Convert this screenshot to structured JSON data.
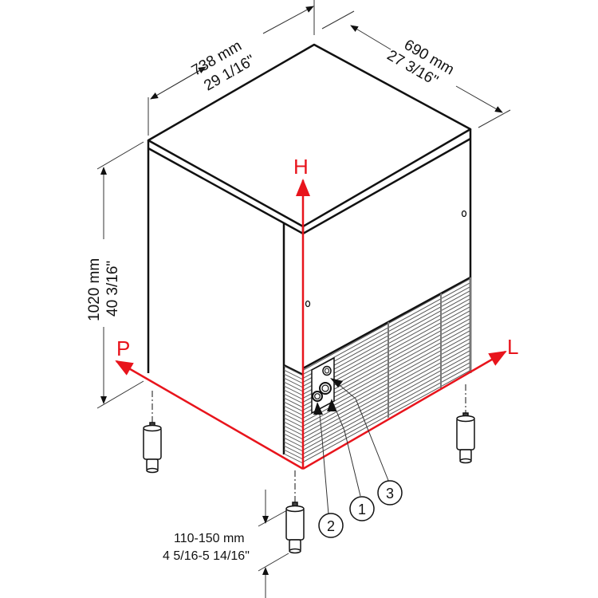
{
  "diagram": {
    "type": "isometric dimension drawing",
    "subject": "ice machine cabinet on adjustable feet"
  },
  "dimensions": {
    "width": {
      "mm": "738 mm",
      "inch": "29 1/16\""
    },
    "depth": {
      "mm": "690 mm",
      "inch": "27 3/16\""
    },
    "height": {
      "mm": "1020 mm",
      "inch": "40 3/16\""
    },
    "feet": {
      "mm": "110-150 mm",
      "inch": "4 5/16-5 14/16\""
    }
  },
  "axes": {
    "height_label": "H",
    "left_label": "P",
    "right_label": "L"
  },
  "callouts": [
    {
      "id": "1",
      "label": "1"
    },
    {
      "id": "2",
      "label": "2"
    },
    {
      "id": "3",
      "label": "3"
    }
  ],
  "colors": {
    "axis_red": "#e8141c",
    "line": "#111111",
    "grille": "#555555"
  }
}
